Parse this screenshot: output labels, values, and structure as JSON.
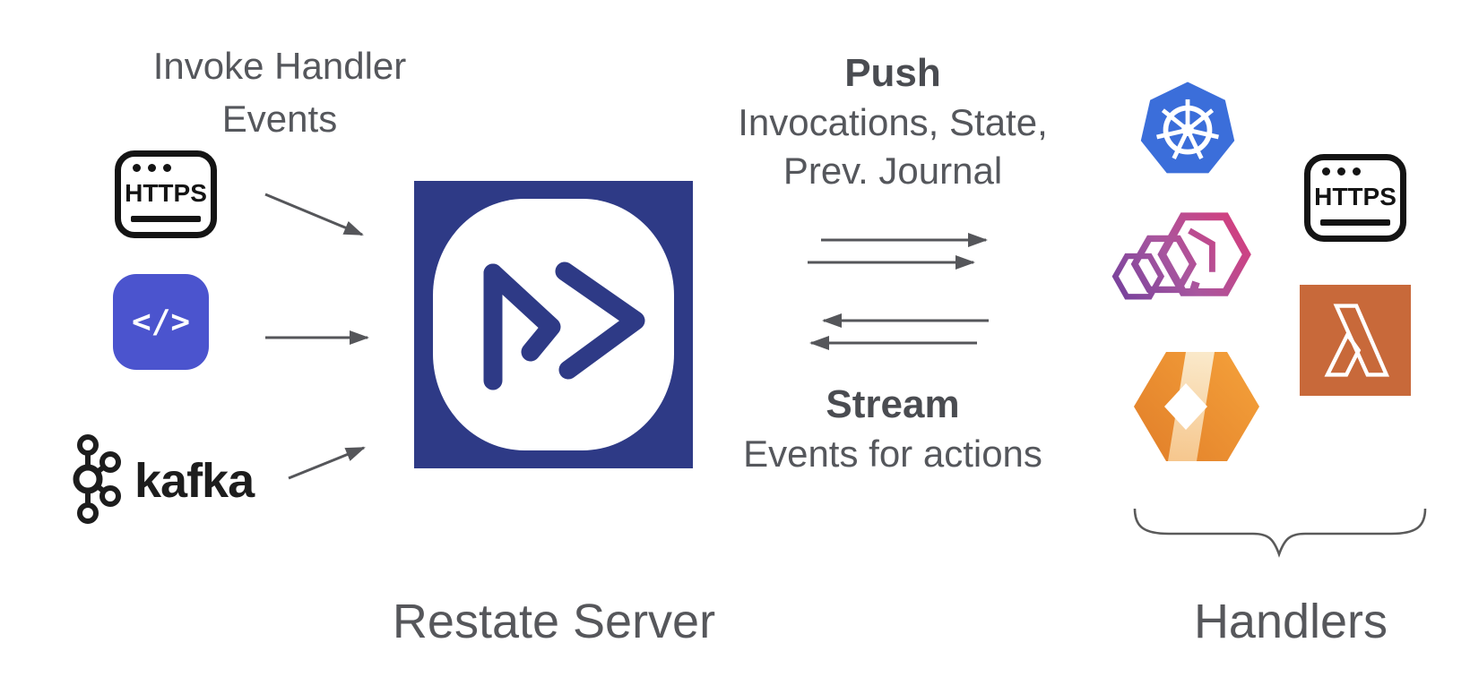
{
  "left_sources": {
    "title_line1": "Invoke Handler",
    "title_line2": "Events",
    "https_label": "HTTPS",
    "code_glyph": "</>",
    "kafka_label": "kafka"
  },
  "server": {
    "label": "Restate Server"
  },
  "push_flow": {
    "title": "Push",
    "line1": "Invocations, State,",
    "line2": "Prev. Journal"
  },
  "stream_flow": {
    "title": "Stream",
    "line1": "Events for actions"
  },
  "handlers": {
    "label": "Handlers",
    "https_label": "HTTPS",
    "icons": [
      "kubernetes",
      "containers",
      "https",
      "cloudflare-workers",
      "aws-lambda"
    ]
  },
  "colors": {
    "text_gray": "#55575C",
    "title_gray": "#4A4C51",
    "arrow_gray": "#55565A",
    "restate_navy": "#2E3A86",
    "code_blue": "#4B54CE",
    "kubernetes_blue": "#3B6EDA",
    "containers_purple": "#6D3D9C",
    "containers_pink": "#DC3A78",
    "workers_orange_dark": "#E07C28",
    "workers_orange_light": "#F6A43C",
    "workers_band": "#FAE3BD",
    "lambda_orange": "#C8693A",
    "icon_black": "#141414",
    "kafka_black": "#1D1D1D"
  }
}
